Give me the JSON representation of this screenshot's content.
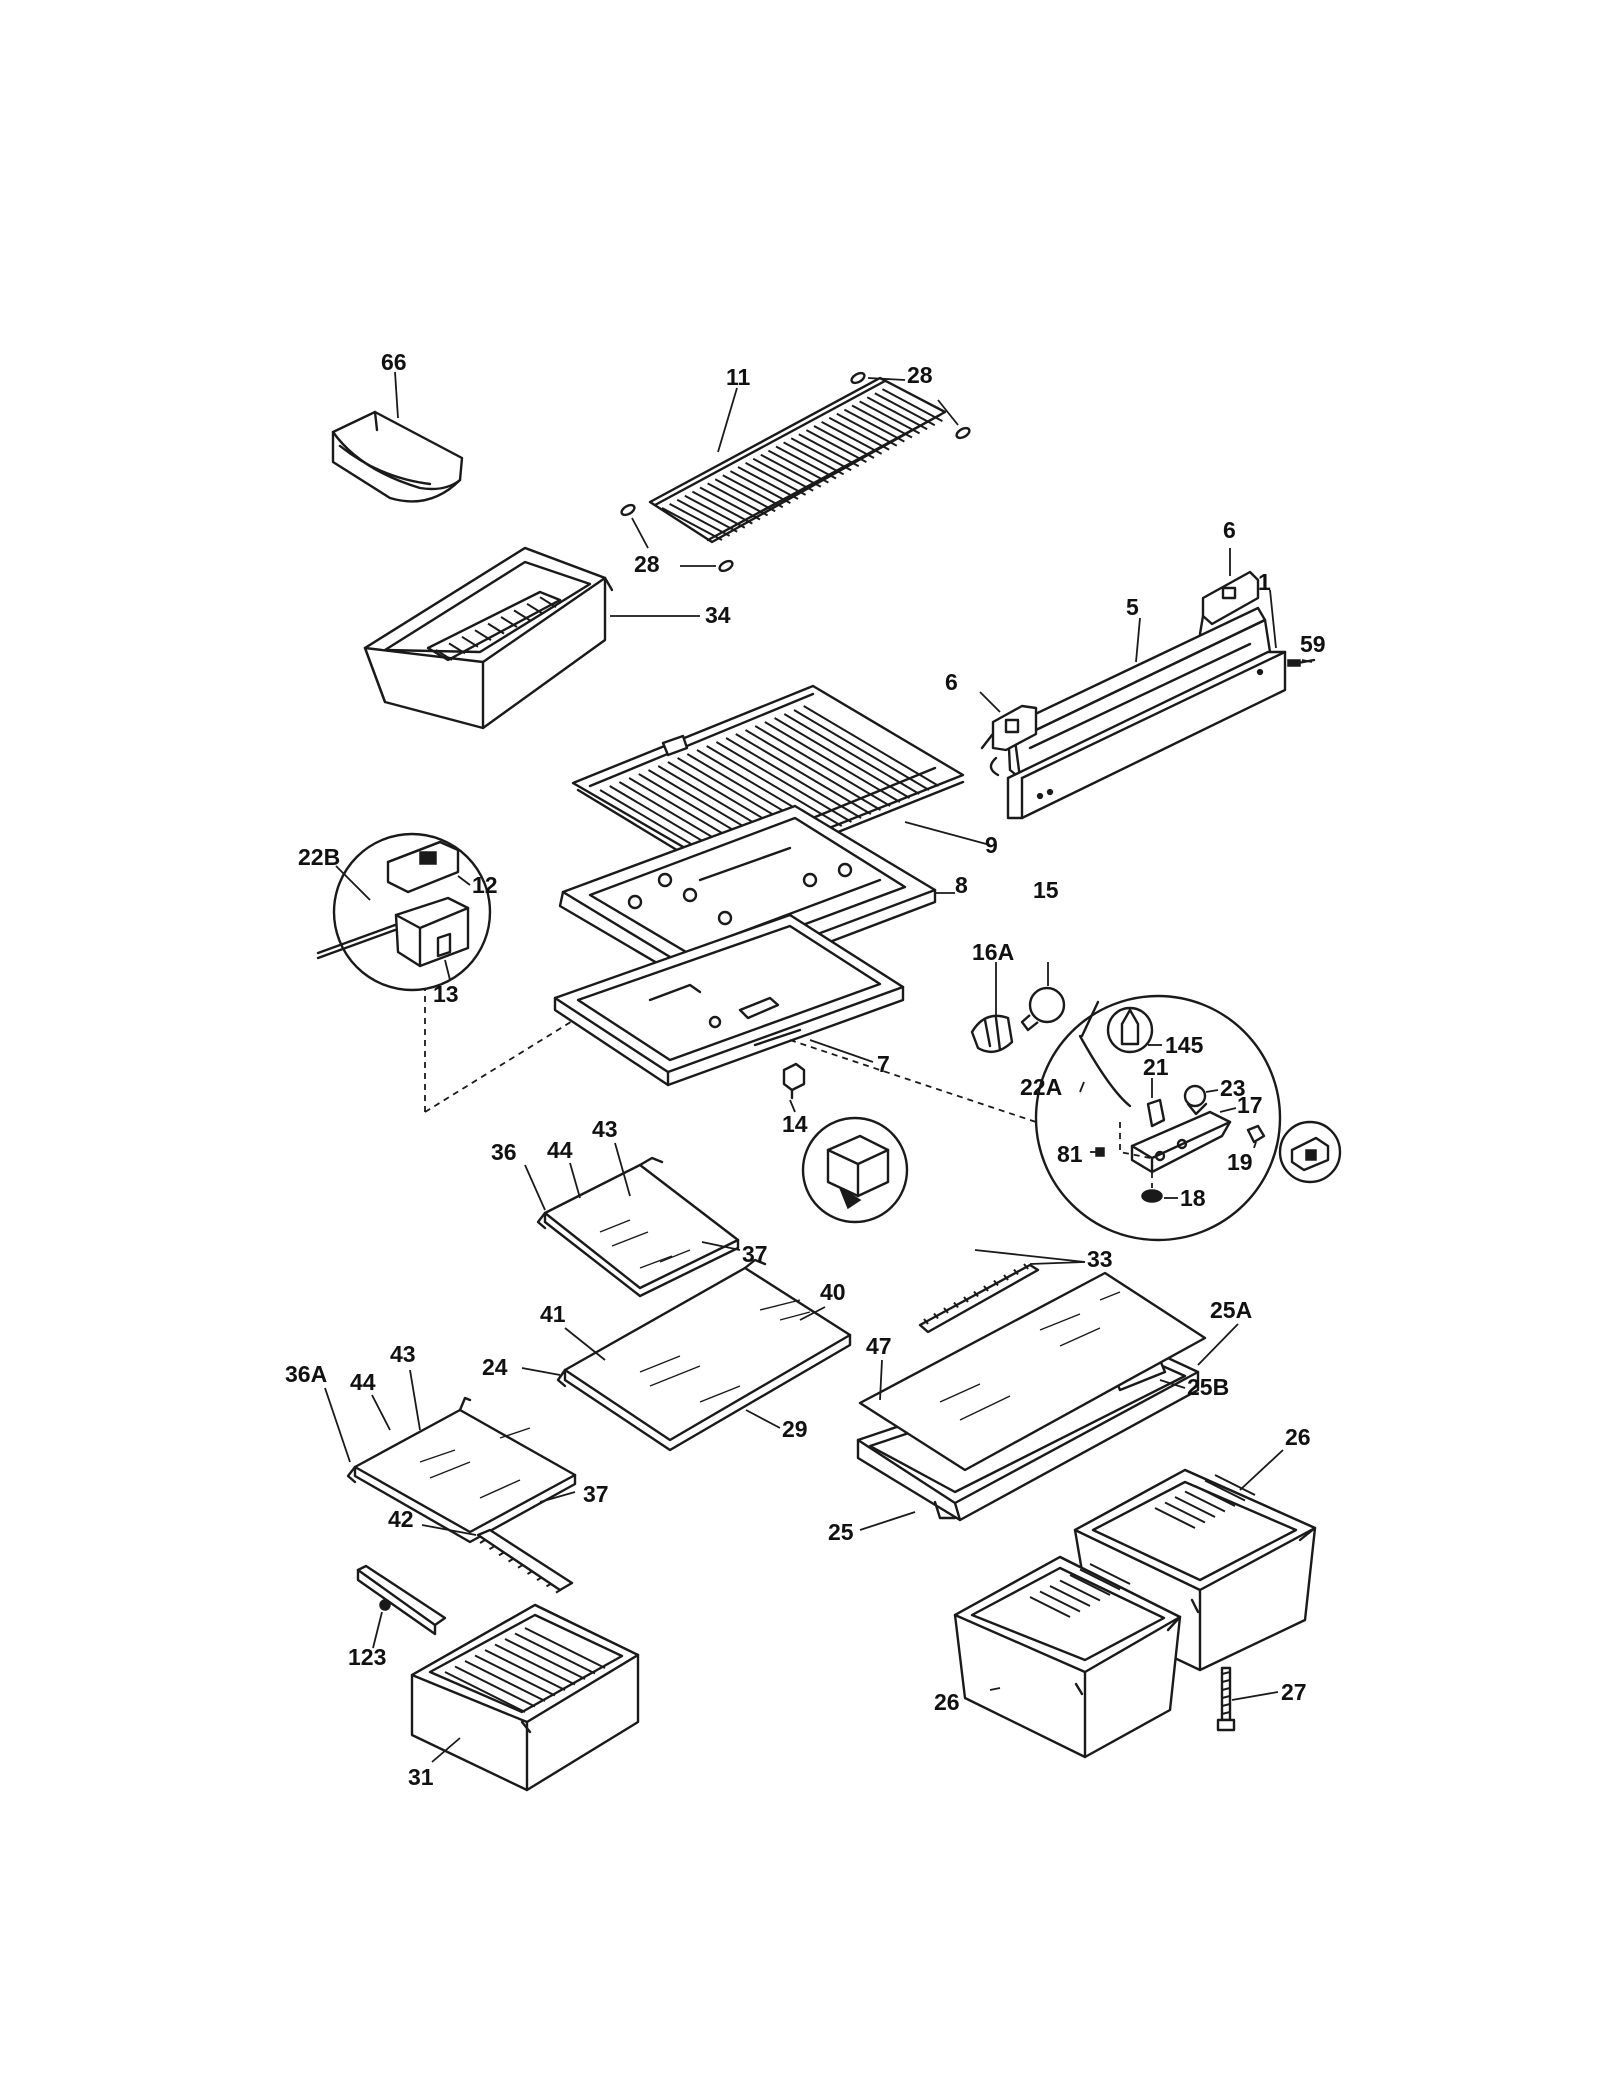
{
  "diagram": {
    "callouts": {
      "c66": "66",
      "c11": "11",
      "c28a": "28",
      "c28b": "28",
      "c34": "34",
      "c6a": "6",
      "c6b": "6",
      "c5": "5",
      "c1": "1",
      "c59": "59",
      "c9": "9",
      "c22B": "22B",
      "c12": "12",
      "c13": "13",
      "c8": "8",
      "c16A": "16A",
      "c15": "15",
      "c145": "145",
      "c21": "21",
      "c23": "23",
      "c17": "17",
      "c22A": "22A",
      "c81": "81",
      "c19": "19",
      "c18": "18",
      "c7": "7",
      "c14": "14",
      "c36": "36",
      "c44a": "44",
      "c43a": "43",
      "c37a": "37",
      "c33": "33",
      "c40": "40",
      "c41": "41",
      "c24": "24",
      "c29": "29",
      "c25A": "25A",
      "c47": "47",
      "c25B": "25B",
      "c26a": "26",
      "c25": "25",
      "c36A": "36A",
      "c44b": "44",
      "c43b": "43",
      "c37b": "37",
      "c42": "42",
      "c123": "123",
      "c31": "31",
      "c26b": "26",
      "c27": "27"
    }
  }
}
